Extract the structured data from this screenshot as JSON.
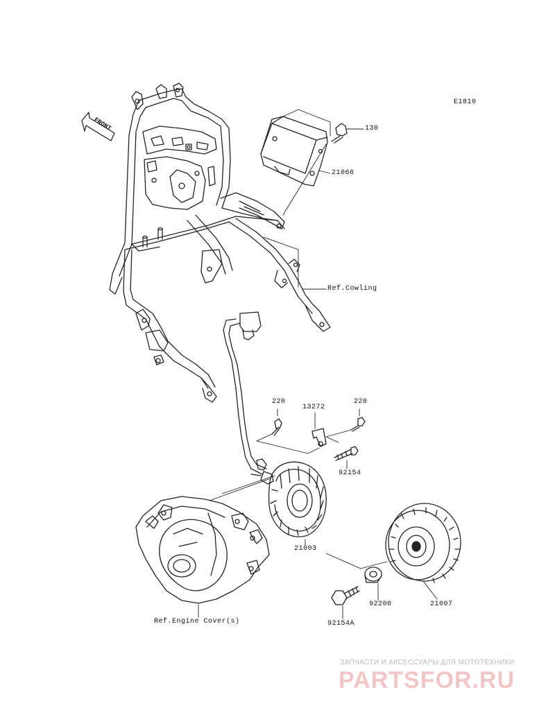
{
  "diagram": {
    "code": "E1810",
    "front_label": "FRONT",
    "parts": {
      "bolt_130": "130",
      "bracket_21066": "21066",
      "ref_cowling": "Ref.Cowling",
      "screw_220_left": "220",
      "clamp_13272": "13272",
      "screw_220_right": "220",
      "bolt_92154": "92154",
      "stator_21003": "21003",
      "rotor_21007": "21007",
      "washer_92200": "92200",
      "bolt_92154a": "92154A",
      "ref_engine_cover": "Ref.Engine Cover(s)"
    }
  },
  "watermark": {
    "tagline": "ЗАПЧАСТИ И АКСЕССУАРЫ ДЛЯ МОТОТЕХНИКИ",
    "brand": "PARTSFOR.RU"
  }
}
